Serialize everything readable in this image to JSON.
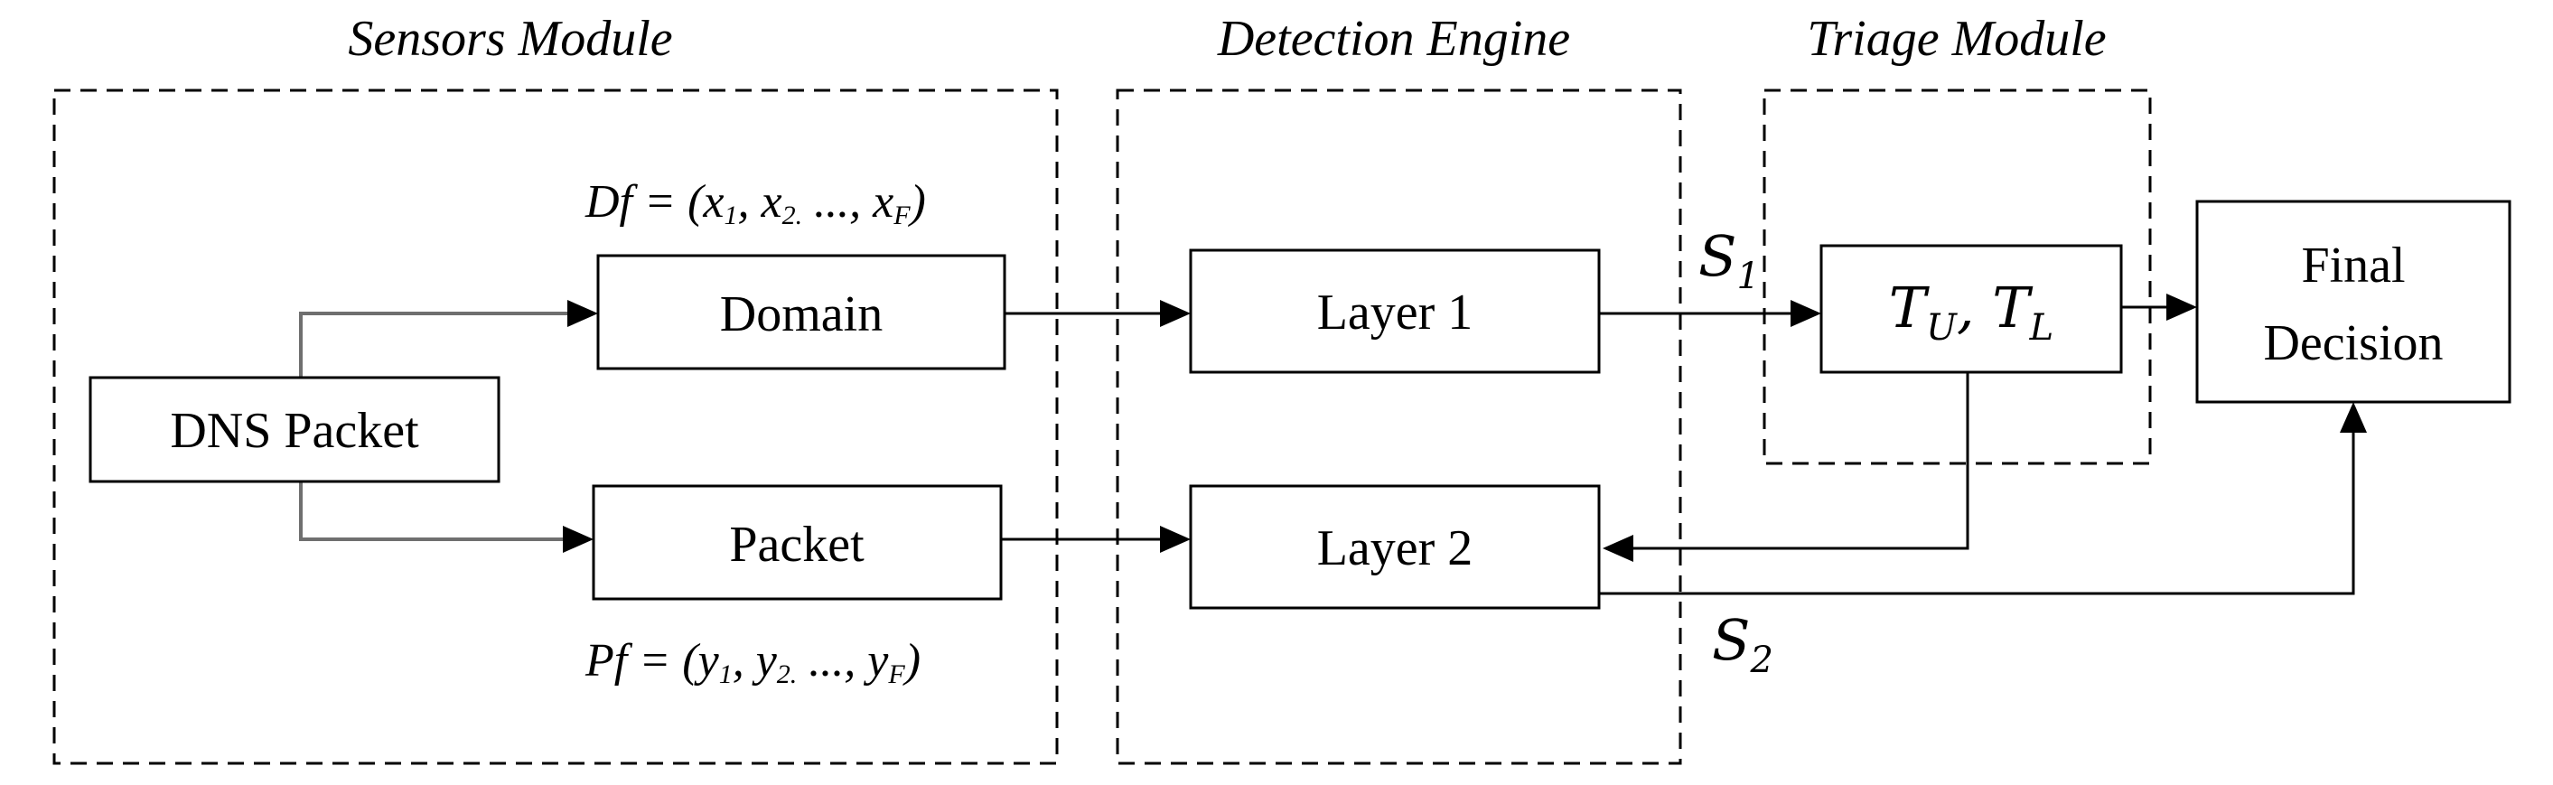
{
  "modules": {
    "sensors": "Sensors Module",
    "detection": "Detection Engine",
    "triage": "Triage Module"
  },
  "nodes": {
    "dns_packet": "DNS Packet",
    "domain": "Domain",
    "packet": "Packet",
    "layer1": "Layer 1",
    "layer2": "Layer 2",
    "final_line1": "Final",
    "final_line2": "Decision"
  },
  "thresholds": {
    "t": "T",
    "upper_sub": "U",
    "sep": ", ",
    "lower_sub": "L"
  },
  "scores": {
    "s_symbol": "S",
    "s1_sub": "1",
    "s2_sub": "2"
  },
  "domain_features": {
    "lhs": "Df = (x",
    "sub1": "1",
    "mid1": ", x",
    "sub2": "2.",
    "mid2": " ..., x",
    "subF": "F",
    "end": ")"
  },
  "packet_features": {
    "lhs": "Pf = (y",
    "sub1": "1",
    "mid1": ", y",
    "sub2": "2.",
    "mid2": " ..., y",
    "subF": "F",
    "end": ")"
  }
}
